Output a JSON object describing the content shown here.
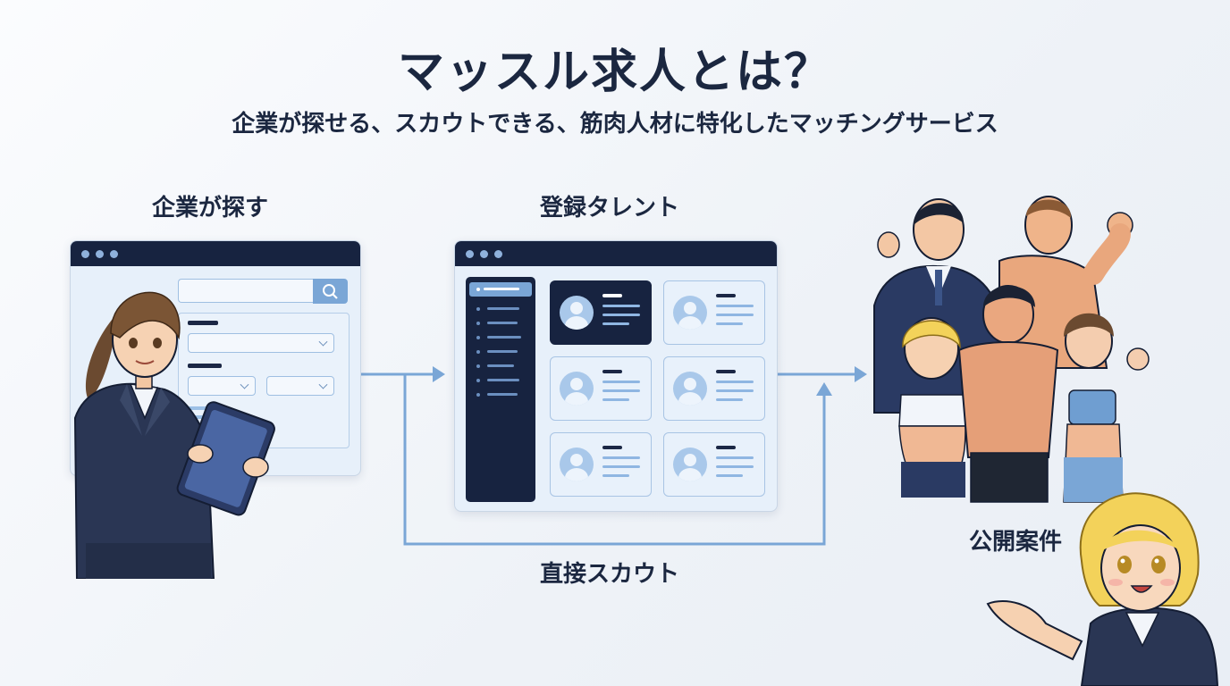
{
  "title": "マッスル求人とは？",
  "subtitle": "企業が探せる、スカウトできる、筋肉人材に特化したマッチングサービス",
  "labels": {
    "search": "企業が探す",
    "talent": "登録タレント",
    "jobs": "公開案件",
    "scout": "直接スカウト"
  },
  "colors": {
    "navy": "#172340",
    "accent": "#7aa6d6",
    "panel": "#e7f0fa"
  },
  "icons": [
    "search-icon",
    "avatar-icon",
    "arrow-right-icon",
    "arrow-up-icon",
    "chevron-down-icon"
  ]
}
